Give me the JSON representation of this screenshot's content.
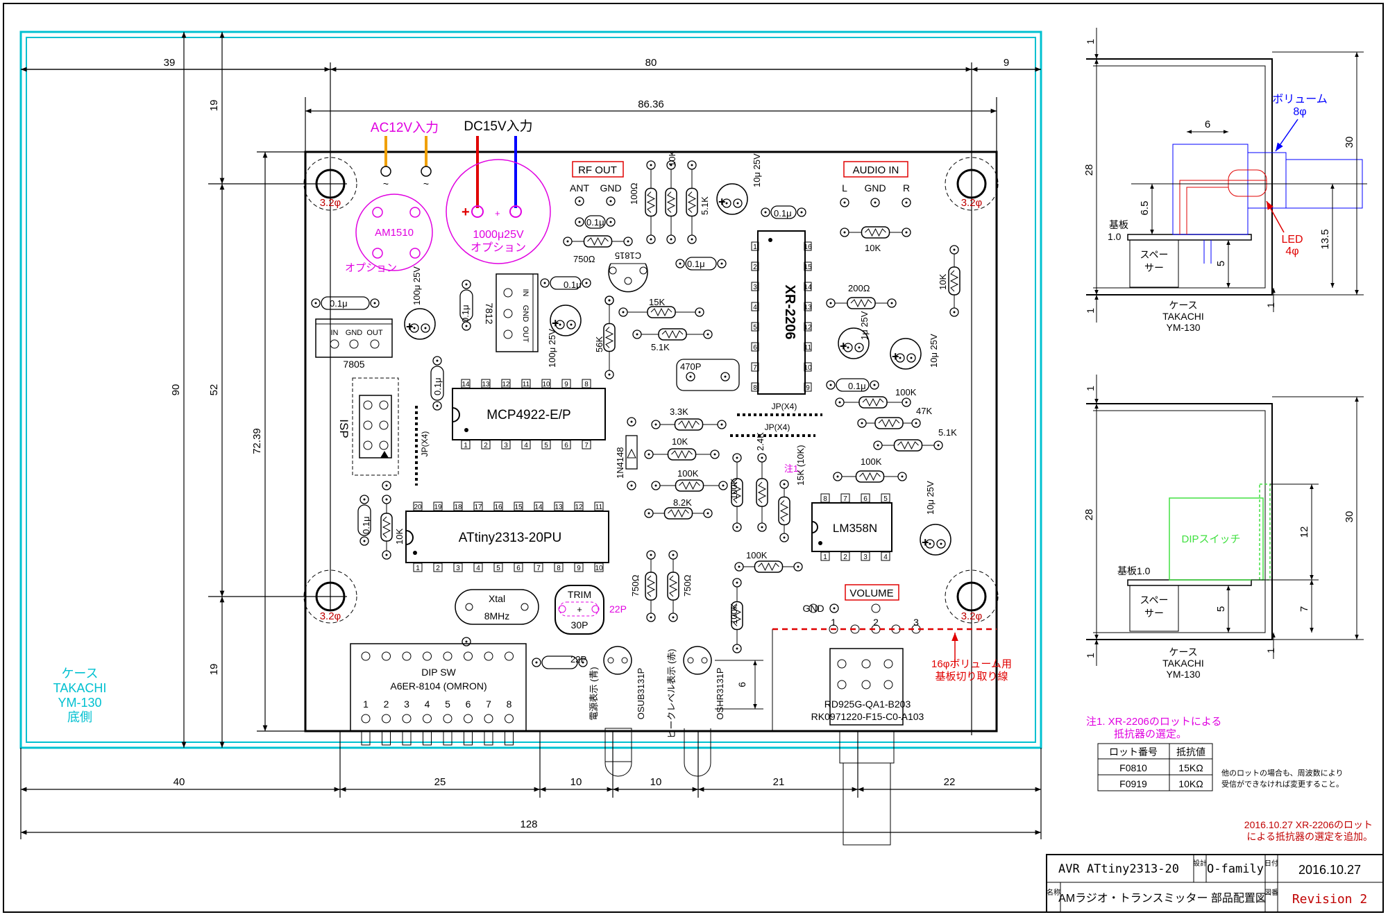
{
  "case": {
    "label_lines": [
      "ケース",
      "TAKACHI",
      "YM-130",
      "底側"
    ]
  },
  "dims": {
    "d39": "39",
    "d80": "80",
    "d9": "9",
    "d8636": "86.36",
    "d19a": "19",
    "d52": "52",
    "d19b": "19",
    "d90": "90",
    "d7239": "72.39",
    "d40": "40",
    "d25": "25",
    "d10a": "10",
    "d10b": "10",
    "d21": "21",
    "d22": "22",
    "d128": "128",
    "d6": "6"
  },
  "power": {
    "ac_in": "AC12V入力",
    "dc_in": "DC15V入力",
    "cap_big_value": "1000μ25V",
    "cap_big_option": "オプション",
    "bridge": "AM1510",
    "bridge_option": "オプション"
  },
  "holes": {
    "dia": "3.2φ"
  },
  "ics": {
    "xr": "XR-2206",
    "mcp": "MCP4922-E/P",
    "attiny": "ATtiny2313-20PU",
    "lm358": "LM358N",
    "reg7805": "7805",
    "reg7812": "7812",
    "c1815": "C1815",
    "xr_left_pins": [
      "1",
      "2",
      "3",
      "4",
      "5",
      "6",
      "7",
      "8"
    ],
    "xr_right_pins": [
      "16",
      "15",
      "14",
      "13",
      "12",
      "11",
      "10",
      "9"
    ],
    "mcp_top_pins": [
      "14",
      "13",
      "12",
      "11",
      "10",
      "9",
      "8"
    ],
    "mcp_bot_pins": [
      "1",
      "2",
      "3",
      "4",
      "5",
      "6",
      "7"
    ],
    "attiny_top_pins": [
      "20",
      "19",
      "18",
      "17",
      "16",
      "15",
      "14",
      "13",
      "12",
      "11"
    ],
    "attiny_bot_pins": [
      "1",
      "2",
      "3",
      "4",
      "5",
      "6",
      "7",
      "8",
      "9",
      "10"
    ],
    "lm_top_pins": [
      "8",
      "7",
      "6",
      "5"
    ],
    "lm_bot_pins": [
      "1",
      "2",
      "3",
      "4"
    ],
    "reg_pins": [
      "IN",
      "GND",
      "OUT"
    ]
  },
  "labels": {
    "rf_out": "RF OUT",
    "ant": "ANT",
    "gnd": "GND",
    "audio_in": "AUDIO IN",
    "l": "L",
    "r": "R",
    "volume": "VOLUME",
    "v1": "1",
    "v2": "2",
    "v3": "3",
    "isp": "ISP",
    "jp_x4": "JP(X4)",
    "note1": "注1.",
    "xtal": "Xtal",
    "xtal_freq": "8MHz",
    "trim": "TRIM",
    "trim_val": "30P",
    "dipsw": "DIP SW",
    "dipsw_part": "A6ER-8104 (OMRON)",
    "dipsw_nums": [
      "1",
      "2",
      "3",
      "4",
      "5",
      "6",
      "7",
      "8"
    ],
    "led_power": "電源表示 (青)",
    "led_power_part": "OSUB3131P",
    "led_peak": "ピークレベル表示 (赤)",
    "led_peak_part": "OSHR3131P",
    "vol_part1": "RD925G-QA1-B203",
    "vol_part2": "RK0971220-F15-C0-A103",
    "cut_note1": "16φボリューム用",
    "cut_note2": "基板切り取り線",
    "diode": "1N4148"
  },
  "values": {
    "c01": "0.1μ",
    "c100_25": "100μ 25V",
    "c10_25": "10μ 25V",
    "c1_25": "1μ 25V",
    "r750": "750Ω",
    "r100": "100Ω",
    "r10k": "10K",
    "r51k": "5.1K",
    "r15k": "15K",
    "r56k": "56K",
    "r200": "200Ω",
    "r33k": "3.3K",
    "r100k": "100K",
    "r82k": "8.2K",
    "r24k": "2.4K",
    "r15k10k": "15K (10K)",
    "r47k": "47K",
    "c470p": "470P",
    "c22p": "22P"
  },
  "side_views": {
    "case1": [
      "ケース",
      "TAKACHI",
      "YM-130"
    ],
    "case2": [
      "ケース",
      "TAKACHI",
      "YM-130"
    ],
    "volume": "ボリューム",
    "volume_dia": "8φ",
    "led": "LED",
    "led_dia": "4φ",
    "board": "基板",
    "board_t": "1.0",
    "board2": "基板1.0",
    "spacer": [
      "スペー",
      "サー"
    ],
    "dip_switch": "DIPスイッチ",
    "d1": "1",
    "d28": "28",
    "d65": "6.5",
    "d5": "5",
    "d30": "30",
    "d135": "13.5",
    "d6": "6",
    "d12": "12",
    "d7": "7"
  },
  "note": {
    "line1": "注1. XR-2206のロットによる",
    "line2": "抵抗器の選定。",
    "table_headers": [
      "ロット番号",
      "抵抗値"
    ],
    "table_rows": [
      [
        "F0810",
        "15KΩ"
      ],
      [
        "F0919",
        "10KΩ"
      ]
    ],
    "other1": "他のロットの場合も、周波数により",
    "other2": "受信ができなければ変更すること。"
  },
  "revision_note": {
    "line1": "2016.10.27 XR-2206のロット",
    "line2": "による抵抗器の選定を追加。"
  },
  "title_block": {
    "project": "AVR ATtiny2313-20",
    "design_label": "設計",
    "designer": "O-family",
    "date_label": "日付",
    "date": "2016.10.27",
    "name_label": "名称",
    "name": "AMラジオ・トランスミッター 部品配置図",
    "drawing_label": "図番",
    "revision": "Revision 2"
  },
  "colors": {
    "case": "#00c0d0",
    "magenta": "#e000e0",
    "red": "#e00000",
    "blue": "#0000ff",
    "green": "#40e040",
    "orange": "#f0a000",
    "darkred": "#c00000",
    "black": "#000000"
  }
}
